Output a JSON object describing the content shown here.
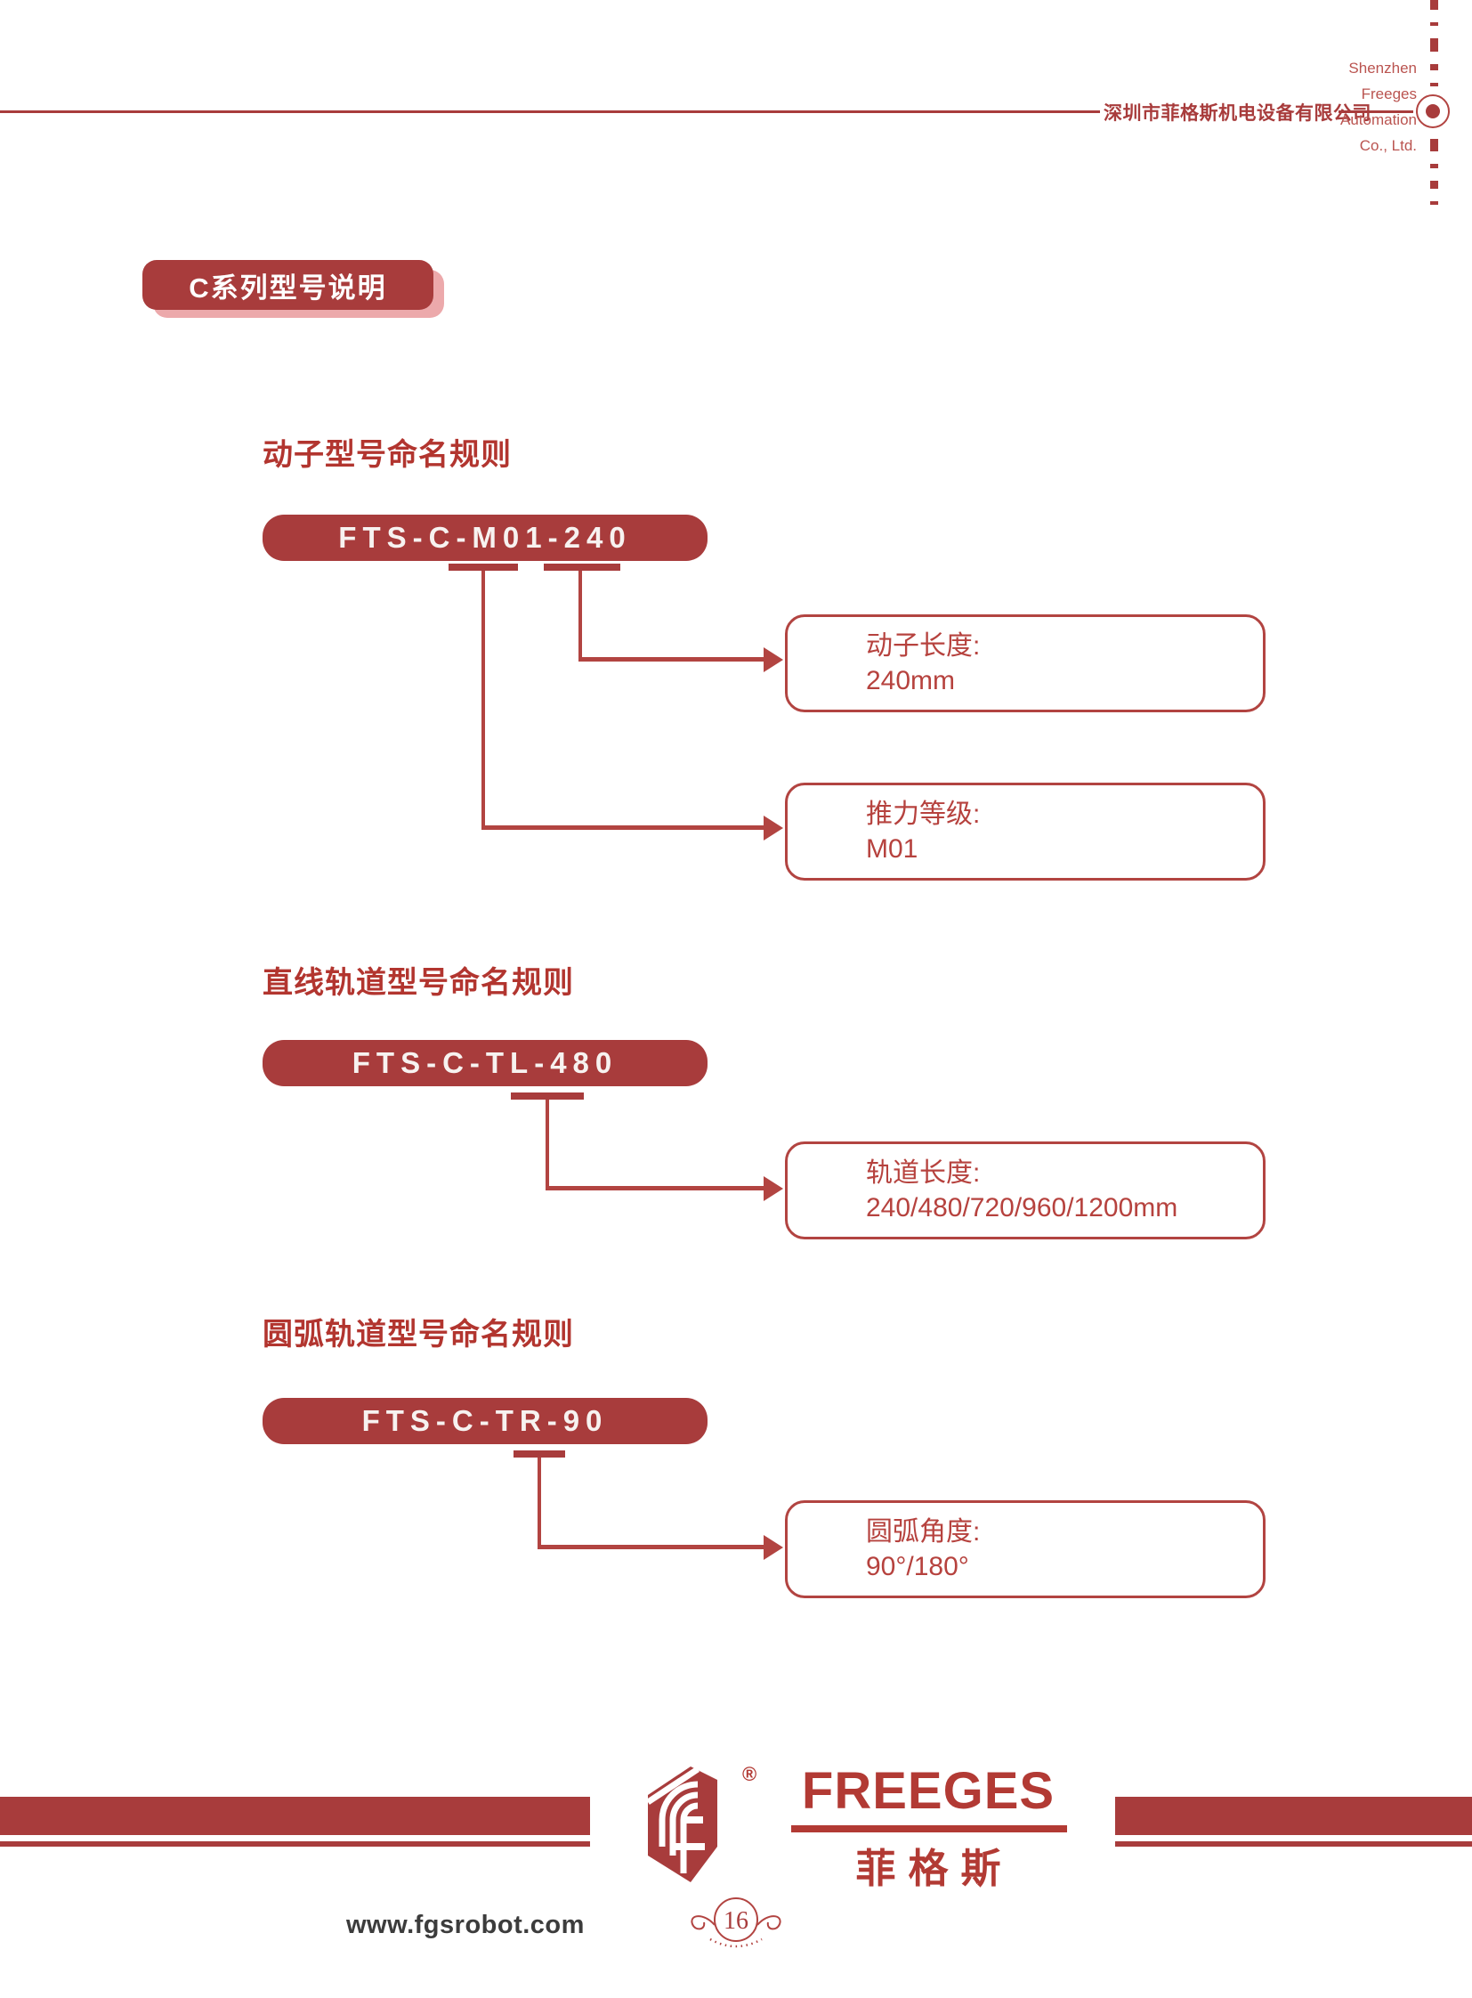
{
  "header": {
    "company_cn": "深圳市菲格斯机电设备有限公司",
    "company_en_lines": [
      "Shenzhen",
      "Freeges",
      "Automation",
      "Co., Ltd."
    ]
  },
  "title_badge": "C系列型号说明",
  "sections": [
    {
      "heading": "动子型号命名规则",
      "model": "FTS-C-M01-240",
      "callouts": [
        {
          "label": "动子长度:",
          "value": "240mm"
        },
        {
          "label": "推力等级:",
          "value": "M01"
        }
      ]
    },
    {
      "heading": "直线轨道型号命名规则",
      "model": "FTS-C-TL-480",
      "callouts": [
        {
          "label": "轨道长度:",
          "value": "240/480/720/960/1200mm"
        }
      ]
    },
    {
      "heading": "圆弧轨道型号命名规则",
      "model": "FTS-C-TR-90",
      "callouts": [
        {
          "label": "圆弧角度:",
          "value": "90°/180°"
        }
      ]
    }
  ],
  "footer": {
    "brand_en": "FREEGES",
    "brand_cn": "菲格斯",
    "registered_mark": "®",
    "website": "www.fgsrobot.com",
    "page_number": "16"
  },
  "colors": {
    "fill_red": "#A83C3C",
    "line_red": "#B24441",
    "heading_red": "#B2352F",
    "badge_shadow_pink": "#ECA9AB",
    "website_text": "#3C3C3C"
  }
}
